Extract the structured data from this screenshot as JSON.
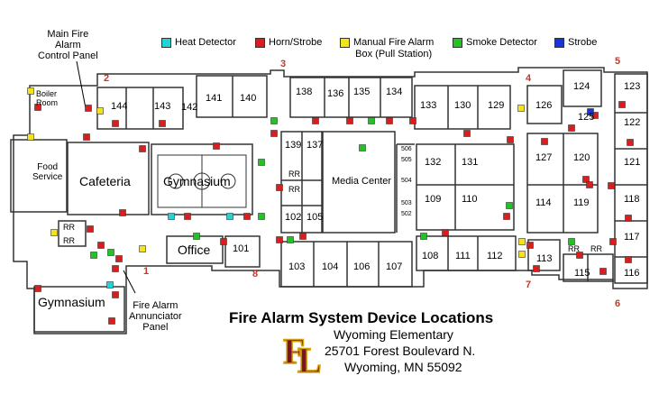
{
  "colors": {
    "heat": "#22d3d8",
    "horn": "#d91e1e",
    "pull": "#f4e21c",
    "smoke": "#22c422",
    "strobe": "#1a34d8",
    "number": "#c0392b",
    "logo_fill": "#7a1520",
    "logo_outline": "#d4a017"
  },
  "legend": [
    {
      "type": "heat",
      "label": "Heat Detector"
    },
    {
      "type": "horn",
      "label": "Horn/Strobe"
    },
    {
      "type": "pull",
      "label": "Manual Fire Alarm",
      "label2": "Box (Pull Station)"
    },
    {
      "type": "smoke",
      "label": "Smoke Detector"
    },
    {
      "type": "strobe",
      "label": "Strobe"
    }
  ],
  "callouts": {
    "main_panel": [
      "Main Fire",
      "Alarm",
      "Control Panel"
    ],
    "annunciator": [
      "Fire Alarm",
      "Annunciator",
      "Panel"
    ]
  },
  "areas": {
    "boiler": [
      "Boiler",
      "Room"
    ],
    "food": [
      "Food",
      "Service"
    ],
    "cafeteria": "Cafeteria",
    "gymnasium_main": "Gymnasium",
    "gymnasium_small": "Gymnasium",
    "office": "Office",
    "media": "Media Center",
    "rr": "RR"
  },
  "rooms": [
    "144",
    "143",
    "142",
    "141",
    "140",
    "138",
    "136",
    "135",
    "134",
    "133",
    "130",
    "129",
    "126",
    "124",
    "125",
    "123",
    "122",
    "121",
    "120",
    "127",
    "139",
    "137",
    "132",
    "131",
    "506",
    "505",
    "504",
    "503",
    "502",
    "109",
    "110",
    "114",
    "119",
    "118",
    "117",
    "102",
    "105",
    "101",
    "103",
    "104",
    "106",
    "107",
    "108",
    "111",
    "112",
    "113",
    "115",
    "116"
  ],
  "exits": [
    "1",
    "2",
    "3",
    "4",
    "5",
    "6",
    "7",
    "8"
  ],
  "title": "Fire Alarm System Device Locations",
  "school": {
    "name": "Wyoming Elementary",
    "street": "25701 Forest Boulevard N.",
    "city": "Wyoming, MN 55092",
    "logo_letters": "FL"
  }
}
